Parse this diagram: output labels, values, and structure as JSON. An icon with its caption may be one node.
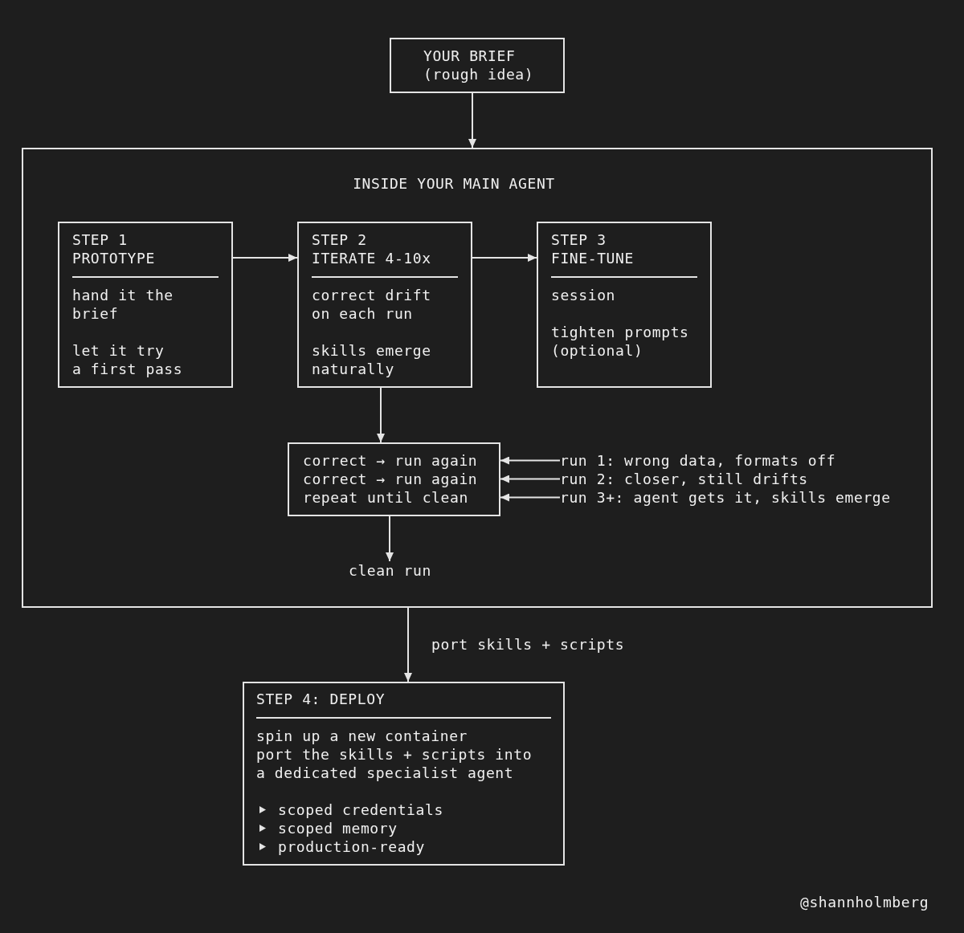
{
  "diagram": {
    "nodes": [
      {
        "text": [
          "YOUR BRIEF",
          "(rough idea)"
        ]
      },
      {
        "text": [
          "INSIDE YOUR MAIN AGENT"
        ]
      },
      {
        "text": [
          "STEP 1 PROTOTYPE",
          "hand it the brief",
          "let it try a first pass"
        ],
        "in": 1
      },
      {
        "text": [
          "STEP 2 ITERATE 4-10x",
          "correct drift on each run",
          "skills emerge naturally"
        ],
        "in": 1
      },
      {
        "text": [
          "STEP 3 FINE-TUNE",
          "session",
          "tighten prompts (optional)"
        ],
        "in": 1
      },
      {
        "text": [
          "correct → run again",
          "correct → run again",
          "repeat until clean"
        ],
        "in": 1
      },
      {
        "text": [
          "run 1: wrong data, formats off"
        ],
        "in": 1
      },
      {
        "text": [
          "run 2: closer, still drifts"
        ],
        "in": 1
      },
      {
        "text": [
          "run 3+: agent gets it, skills emerge"
        ],
        "in": 1
      },
      {
        "text": [
          "clean run"
        ],
        "in": 1
      },
      {
        "text": [
          "STEP 4: DEPLOY",
          "spin up a new container port the skills + scripts into a dedicated specialist agent",
          "scoped credentials",
          "scoped memory",
          "production-ready"
        ]
      }
    ],
    "edges": [
      {
        "from": 0,
        "to": 1,
        "arrow": "to"
      },
      {
        "from": 2,
        "to": 3,
        "arrow": "to"
      },
      {
        "from": 3,
        "to": 4,
        "arrow": "to"
      },
      {
        "from": 3,
        "to": 5,
        "arrow": "to"
      },
      {
        "from": 6,
        "to": 5,
        "arrow": "to"
      },
      {
        "from": 7,
        "to": 5,
        "arrow": "to"
      },
      {
        "from": 8,
        "to": 5,
        "arrow": "to"
      },
      {
        "from": 5,
        "to": 9,
        "arrow": "to"
      },
      {
        "from": 1,
        "to": 10,
        "arrow": "to",
        "label": "port skills + scripts"
      }
    ],
    "labels": [
      "@shannholmberg"
    ]
  }
}
